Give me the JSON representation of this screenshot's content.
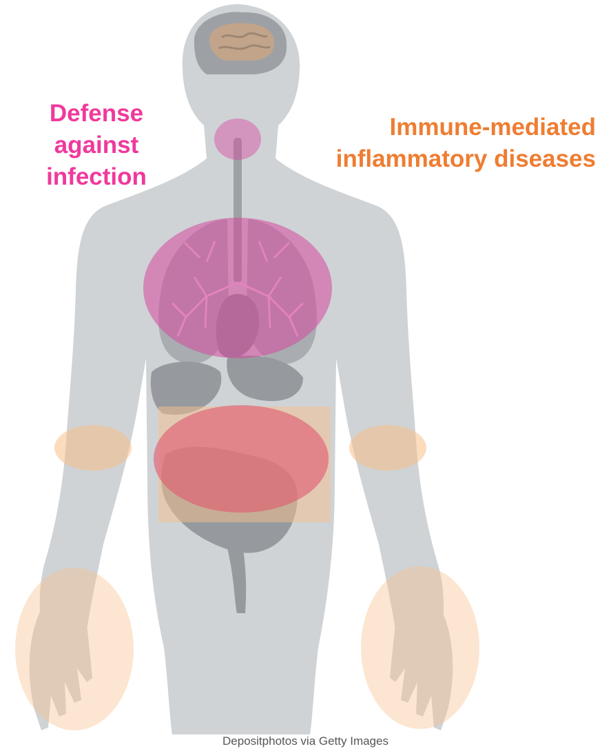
{
  "labels": {
    "defense_line1": "Defense",
    "defense_line2": "against",
    "defense_line3": "infection",
    "imd_line1": "Immune-mediated",
    "imd_line2": "inflammatory diseases"
  },
  "credit": "Depositphotos via Getty Images",
  "colors": {
    "defense_text": "#f0399c",
    "imd_text": "#ee7d32",
    "body_fill": "#cfd3d6",
    "organ_fill": "#9ca1a5",
    "defense_highlight": "#d6499f",
    "imd_highlight": "#f7c08b",
    "gut_overlap": "#e05870"
  },
  "highlighted_regions": {
    "defense": [
      "throat",
      "lungs",
      "gut"
    ],
    "immune_mediated": [
      "gut",
      "elbows",
      "hands"
    ]
  }
}
